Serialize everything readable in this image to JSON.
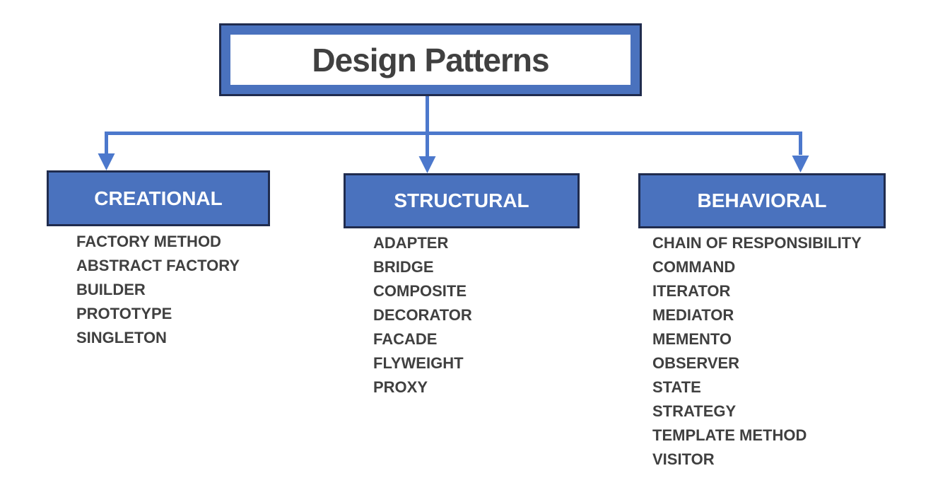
{
  "diagram": {
    "title": "Design Patterns",
    "categories": [
      {
        "label": "CREATIONAL",
        "items": [
          "FACTORY METHOD",
          "ABSTRACT FACTORY",
          "BUILDER",
          "PROTOTYPE",
          "SINGLETON"
        ]
      },
      {
        "label": "STRUCTURAL",
        "items": [
          "ADAPTER",
          "BRIDGE",
          "COMPOSITE",
          "DECORATOR",
          "FACADE",
          "FLYWEIGHT",
          "PROXY"
        ]
      },
      {
        "label": "BEHAVIORAL",
        "items": [
          "CHAIN OF RESPONSIBILITY",
          "COMMAND",
          "ITERATOR",
          "MEDIATOR",
          "MEMENTO",
          "OBSERVER",
          "STATE",
          "STRATEGY",
          "TEMPLATE METHOD",
          "VISITOR"
        ]
      }
    ],
    "colors": {
      "box_fill": "#4a72be",
      "box_border": "#202c4e",
      "connector": "#4c78cc",
      "title_text": "#404040",
      "item_text": "#404040",
      "header_text": "#ffffff",
      "background": "#ffffff"
    }
  }
}
